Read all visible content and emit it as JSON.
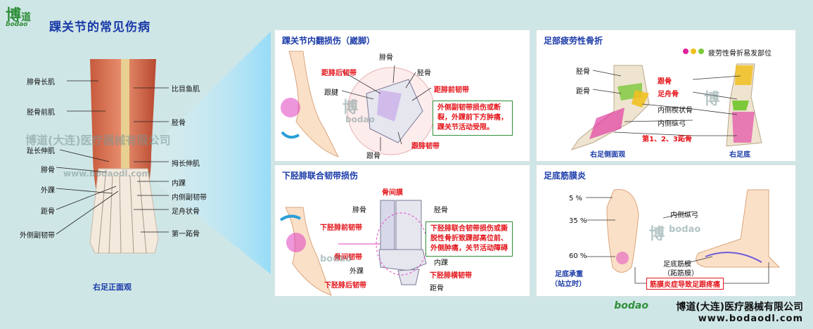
{
  "logo": {
    "glyph": "博",
    "glyph2": "道",
    "text": "bodao"
  },
  "title": "踝关节的常见伤病",
  "left": {
    "labels_left": [
      "腓骨长肌",
      "胫骨前肌",
      "趾长伸肌",
      "腓骨",
      "外踝",
      "距骨",
      "外侧副韧带"
    ],
    "labels_right": [
      "比目鱼肌",
      "胫骨",
      "拇长伸肌",
      "内踝",
      "内侧副韧带",
      "足舟状骨",
      "第一跖骨"
    ],
    "caption": "右足正面观",
    "watermark": "博道(大连)医疗器械有限公司",
    "watermark_url": "www.bodaodl.com"
  },
  "panel1": {
    "title": "踝关节内翻损伤（崴脚）",
    "labels": {
      "fibula": "腓骨",
      "tibia": "胫骨",
      "heel_tendon": "跟腱",
      "calcaneus": "跟骨"
    },
    "red_labels": {
      "post_talofib": "距腓后韧带",
      "ant_talofib": "距腓前韧带",
      "calcaneofib": "跟腓韧带"
    },
    "note": [
      "外侧副韧带损伤或断",
      "裂，外踝前下方肿痛，",
      "踝关节活动受限。"
    ]
  },
  "panel2": {
    "title": "足部疲劳性骨折",
    "legend": "疲劳性骨折易发部位",
    "legend_colors": [
      "#e0229a",
      "#f0c020",
      "#7cc83a"
    ],
    "labels": {
      "shin": "胫骨",
      "talus": "距骨",
      "cuneiform": "内侧楔状骨",
      "arch": "内侧纵弓"
    },
    "red_labels": {
      "calc": "跟骨",
      "navicular": "足舟骨",
      "metatarsal": "第1、2、3跖骨"
    },
    "cap_left": "右足侧面观",
    "cap_right": "右足底"
  },
  "panel3": {
    "title": "下胫腓联合韧带损伤",
    "labels": {
      "fibula": "腓骨",
      "tibia": "胫骨",
      "lat_mal": "外踝",
      "med_mal": "内踝",
      "talus": "距骨"
    },
    "red_labels": {
      "interosseous": "骨间膜",
      "ant_lig": "下胫腓前韧带",
      "ios_lig": "骨间韧带",
      "trans_lig": "下胫腓横韧带",
      "post_lig": "下胫腓后韧带"
    },
    "note": [
      "下胫腓联合韧带损伤或撕",
      "脱性骨折致踝部高位前、",
      "外侧肿痛，关节活动障碍"
    ]
  },
  "panel4": {
    "title": "足底筋膜炎",
    "percents": [
      "5 %",
      "35 %",
      "60 %"
    ],
    "labels": {
      "arch": "内侧纵弓",
      "fascia": "足底筋膜",
      "fascia2": "（跖筋膜）"
    },
    "load": [
      "足底承重",
      "（站立时）"
    ],
    "bottom_note": "筋膜炎症导致足跟疼痛"
  },
  "footer": {
    "brand": "bodao",
    "company": "博道(大连)医疗器械有限公司",
    "site": "www.bodaodl.com"
  }
}
